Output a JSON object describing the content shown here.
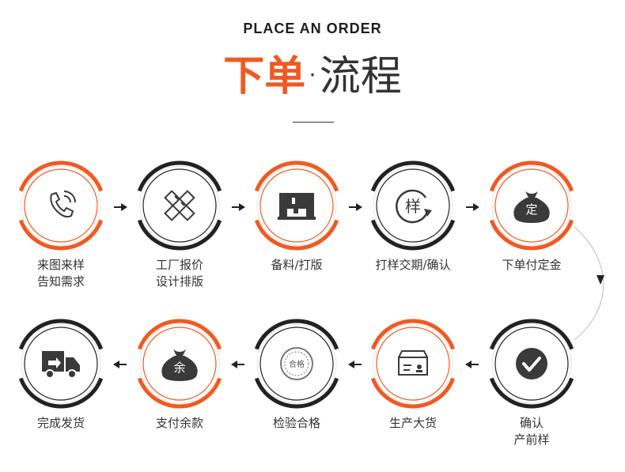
{
  "header": {
    "en_title": "PLACE AN ORDER",
    "cn_title_accent": "下单",
    "cn_title_dot": "·",
    "cn_title_rest": "流程"
  },
  "colors": {
    "accent": "#f05a22",
    "dark": "#222222",
    "icon_dark": "#3a3a3a"
  },
  "steps": [
    {
      "label_line1": "来图来样",
      "label_line2": "告知需求",
      "icon": "phone-icon",
      "theme": "orange"
    },
    {
      "label_line1": "工厂报价",
      "label_line2": "设计排版",
      "icon": "ruler-pencil-icon",
      "theme": "dark"
    },
    {
      "label_line1": "备料/打版",
      "label_line2": "",
      "icon": "sewing-machine-icon",
      "theme": "orange"
    },
    {
      "label_line1": "打样交期/确认",
      "label_line2": "",
      "icon": "sample-cycle-icon",
      "icon_text": "样",
      "theme": "dark"
    },
    {
      "label_line1": "下单付定金",
      "label_line2": "",
      "icon": "deposit-bag-icon",
      "icon_text": "定",
      "theme": "orange"
    },
    {
      "label_line1": "确认",
      "label_line2": "产前样",
      "icon": "check-circle-icon",
      "theme": "dark"
    },
    {
      "label_line1": "生产大货",
      "label_line2": "",
      "icon": "production-box-icon",
      "theme": "orange"
    },
    {
      "label_line1": "检验合格",
      "label_line2": "",
      "icon": "qualified-stamp-icon",
      "icon_text": "合格",
      "theme": "dark"
    },
    {
      "label_line1": "支付余款",
      "label_line2": "",
      "icon": "balance-bag-icon",
      "icon_text": "余",
      "theme": "orange"
    },
    {
      "label_line1": "完成发货",
      "label_line2": "",
      "icon": "delivery-truck-icon",
      "theme": "dark"
    }
  ]
}
